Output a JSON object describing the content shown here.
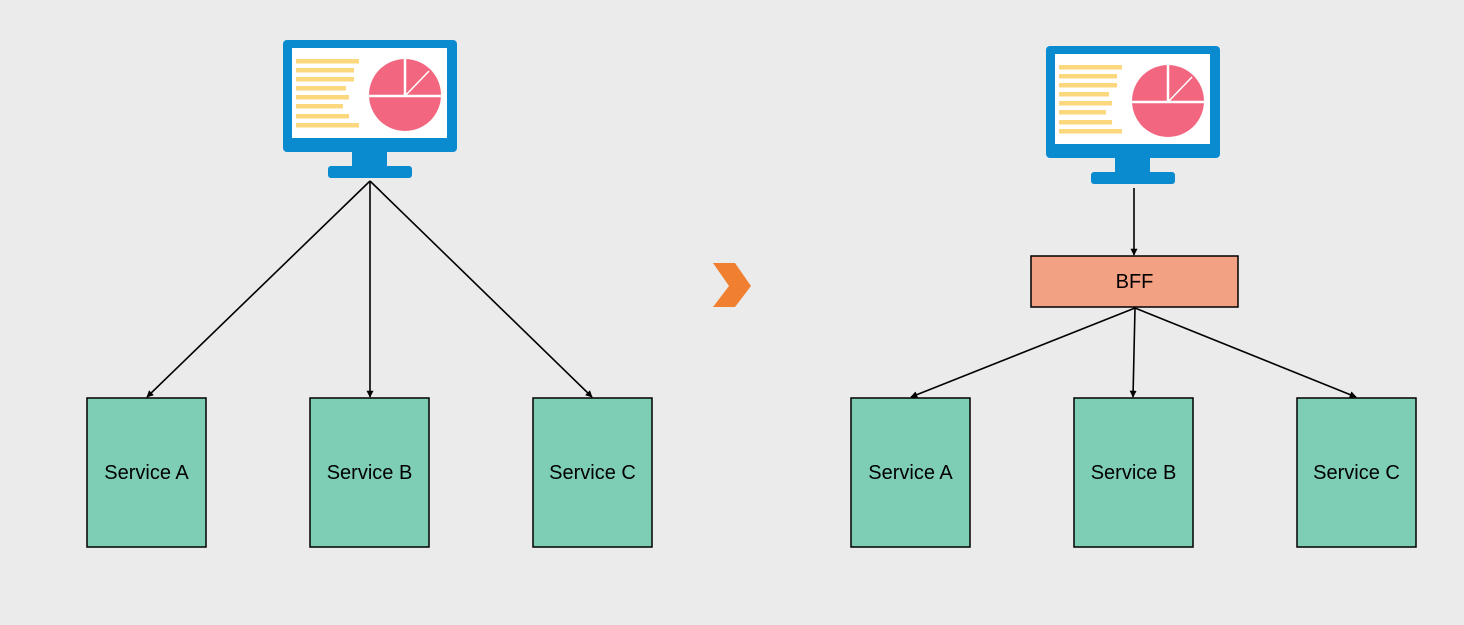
{
  "colors": {
    "background": "#ebebeb",
    "monitor": "#0a8bd0",
    "screen": "#ffffff",
    "text_lines": "#fbd77d",
    "pie": "#f2677f",
    "service_box": "#7ecdb5",
    "bff_box": "#f3a183",
    "transition_arrow": "#f08030",
    "edges": "#000000"
  },
  "before": {
    "client": {
      "icon": "monitor-dashboard-icon"
    },
    "services": [
      {
        "label": "Service A"
      },
      {
        "label": "Service B"
      },
      {
        "label": "Service C"
      }
    ]
  },
  "transition": {
    "icon": "chevron-right-icon"
  },
  "after": {
    "client": {
      "icon": "monitor-dashboard-icon"
    },
    "bff": {
      "label": "BFF"
    },
    "services": [
      {
        "label": "Service A"
      },
      {
        "label": "Service B"
      },
      {
        "label": "Service C"
      }
    ]
  }
}
